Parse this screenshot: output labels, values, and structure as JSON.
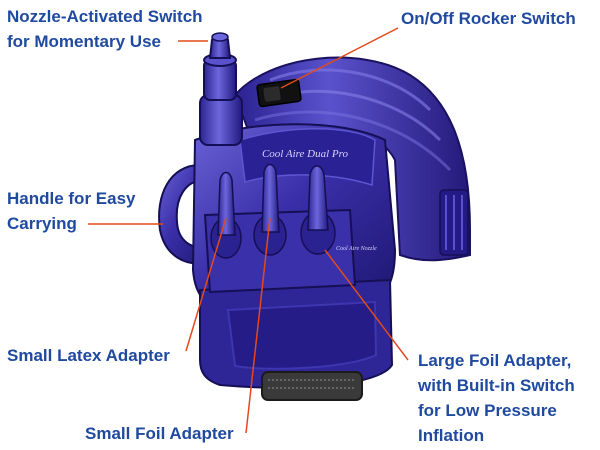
{
  "labels": {
    "nozzle": [
      "Nozzle-Activated Switch",
      "for Momentary Use"
    ],
    "onoff": [
      "On/Off Rocker Switch"
    ],
    "handle": [
      "Handle for Easy",
      "Carrying"
    ],
    "small_latex": [
      "Small Latex Adapter"
    ],
    "large_foil": [
      "Large Foil Adapter,",
      "with Built-in Switch",
      "for Low Pressure",
      "Inflation"
    ],
    "small_foil": [
      "Small Foil Adapter"
    ]
  },
  "device": {
    "brand_text": "Cool Aire Dual Pro",
    "side_text": "Cool Aire Nozzle"
  },
  "colors": {
    "label_text": "#1f4aa0",
    "leader_line": "#e24a1c",
    "device_body": "#3a2fa8",
    "device_dark": "#1d1670",
    "device_light": "#6a63d6",
    "background": "#ffffff"
  }
}
